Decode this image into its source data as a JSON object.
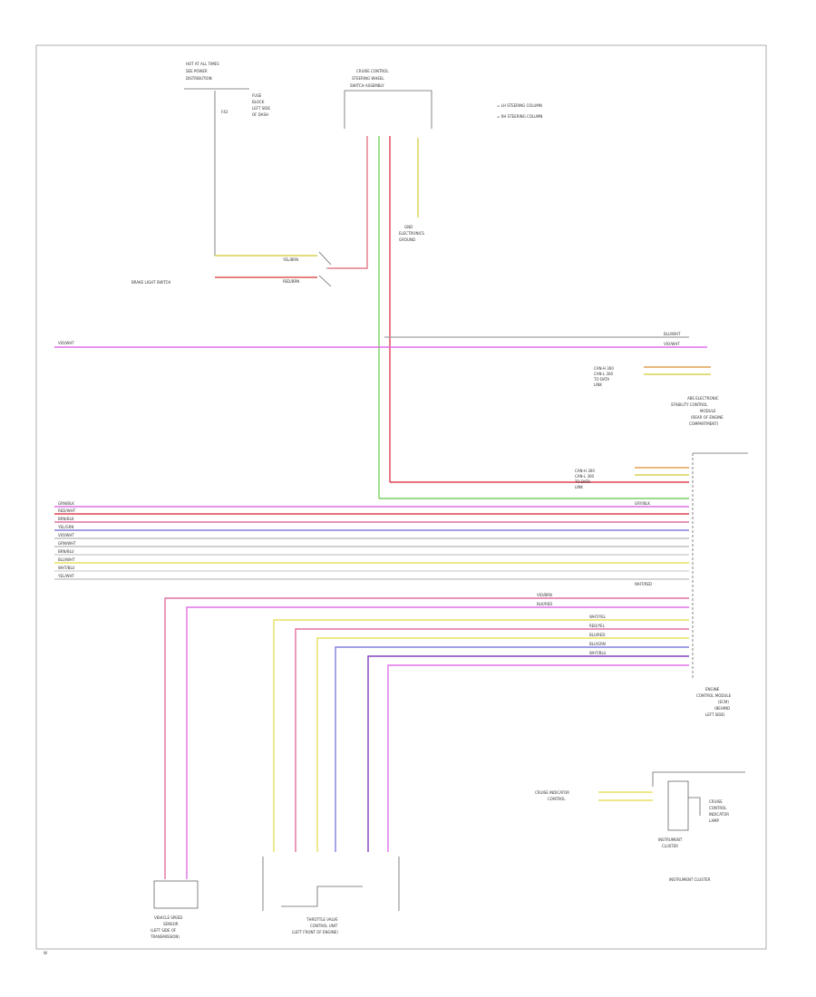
{
  "diagram": {
    "page_id": "W",
    "legend": [
      "= LH STEERING COLUMN",
      "= RH STEERING COLUMN"
    ],
    "components": {
      "hot_fuse": [
        "HOT AT ALL TIMES",
        "SEE POWER",
        "DISTRIBUTION"
      ],
      "fuse_note": [
        "FUSE",
        "BLOCK",
        "LEFT SIDE",
        "OF DASH"
      ],
      "fuse_id": "F42",
      "cruise_module": [
        "CRUISE CONTROL",
        "STEERING WHEEL",
        "SWITCH ASSEMBLY"
      ],
      "ground_note": [
        "GND",
        "ELECTRONICS",
        "GROUND"
      ],
      "brake_switch": "BRAKE LIGHT SWITCH",
      "abs_module": [
        "ABS ELECTRONIC",
        "STABILITY CONTROL",
        "MODULE",
        "(REAR OF ENGINE",
        "COMPARTMENT)"
      ],
      "abs_pins": [
        "CAN-H 300",
        "CAN-L 300",
        "TO DATA",
        "LINK"
      ],
      "ecm_module": [
        "ENGINE",
        "CONTROL MODULE",
        "(ECM)",
        "(BEHIND",
        "LEFT SIDE)"
      ],
      "ecm_pins": [
        "CAN-H 300",
        "CAN-L 300",
        "TO DATA",
        "LINK"
      ],
      "speed_sensor": [
        "VEHICLE SPEED",
        "SENSOR",
        "(LEFT SIDE OF",
        "TRANSMISSION)"
      ],
      "throttle": [
        "THROTTLE VALVE",
        "CONTROL UNIT",
        "(LEFT FRONT OF ENGINE)"
      ],
      "cluster": "INSTRUMENT CLUSTER",
      "cluster_in": [
        "CRUISE INDICATOR",
        "CONTROL"
      ],
      "cluster_lamp": [
        "CRUISE",
        "CONTROL",
        "INDICATOR",
        "LAMP"
      ],
      "cluster_box": [
        "INSTRUMENT",
        "CLUSTER"
      ]
    },
    "wires": {
      "violet": "VIO/WHT",
      "yellow": "YEL/BRN",
      "red_brake": "RED/BRN",
      "abs_a": "BLU/WHT",
      "abs_b": "VIO/WHT",
      "ecm": [
        "GRN/BLK",
        "RED/WHT",
        "BRN/BLK",
        "YEL/GRN",
        "VIO/WHT",
        "GRN/WHT",
        "BRN/BLU",
        "BLU/WHT",
        "WHT/BLU",
        "YEL/WHT",
        "GRY/BLK",
        "WHT/RED"
      ],
      "ecm_bottom": [
        "VIO/BRN",
        "BLK/RED",
        "WHT/YEL",
        "RED/YEL",
        "BLU/RED",
        "BLU/GRN",
        "WHT/BLU"
      ]
    }
  }
}
